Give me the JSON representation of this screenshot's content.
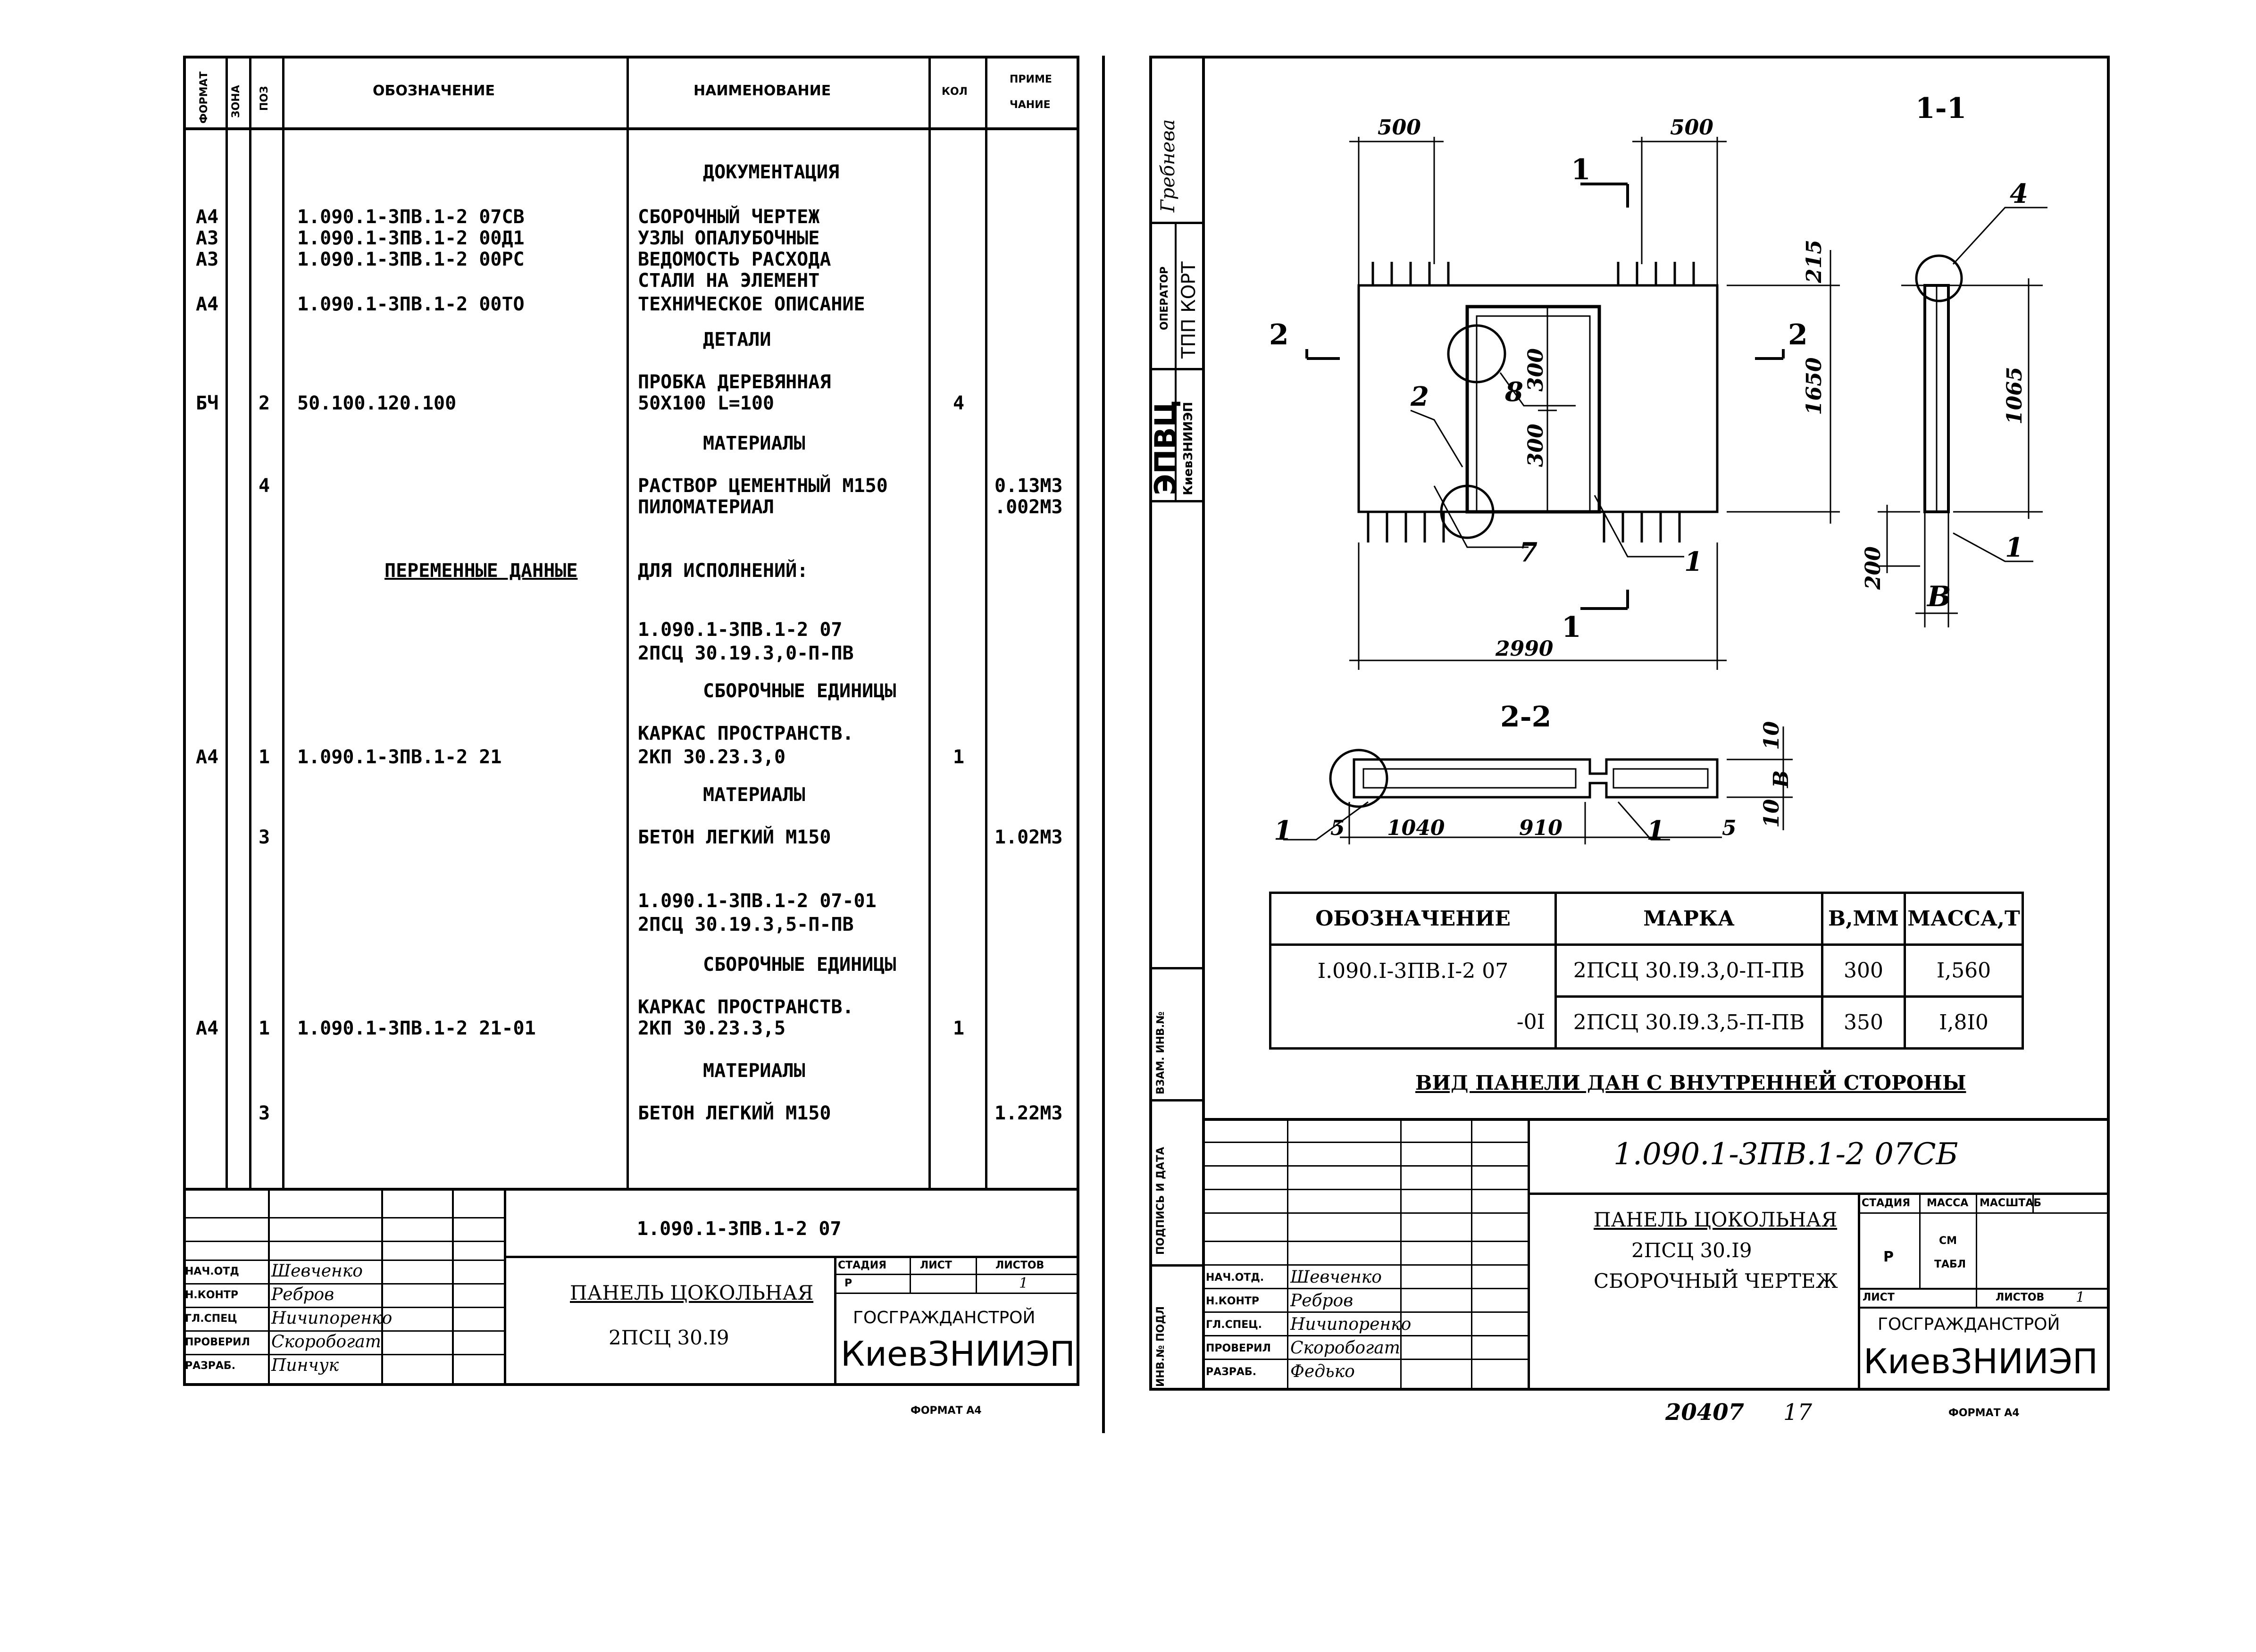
{
  "left_sheet": {
    "columns": {
      "format": "ФОРМАТ",
      "zone": "ЗОНА",
      "pos": "ПОЗ",
      "designation": "ОБОЗНАЧЕНИЕ",
      "name": "НАИМЕНОВАНИЕ",
      "qty": "КОЛ",
      "note_1": "ПРИМЕ",
      "note_2": "ЧАНИЕ"
    },
    "rows": [
      {
        "format": "",
        "pos": "",
        "designation": "",
        "name": "ДОКУМЕНТАЦИЯ",
        "qty": "",
        "note": "",
        "heading": true
      },
      {
        "format": "А4",
        "pos": "",
        "designation": "1.090.1-3ПВ.1-2 07СВ",
        "name": "СБОРОЧНЫЙ ЧЕРТЕЖ",
        "qty": "",
        "note": ""
      },
      {
        "format": "А3",
        "pos": "",
        "designation": "1.090.1-3ПВ.1-2 00Д1",
        "name": "УЗЛЫ ОПАЛУБОЧНЫЕ",
        "qty": "",
        "note": ""
      },
      {
        "format": "А3",
        "pos": "",
        "designation": "1.090.1-3ПВ.1-2 00РС",
        "name": "ВЕДОМОСТЬ РАСХОДА",
        "qty": "",
        "note": ""
      },
      {
        "format": "",
        "pos": "",
        "designation": "",
        "name": "СТАЛИ НА ЭЛЕМЕНТ",
        "qty": "",
        "note": ""
      },
      {
        "format": "А4",
        "pos": "",
        "designation": "1.090.1-3ПВ.1-2 00ТО",
        "name": "ТЕХНИЧЕСКОЕ ОПИСАНИЕ",
        "qty": "",
        "note": ""
      },
      {
        "format": "",
        "pos": "",
        "designation": "",
        "name": "ДЕТАЛИ",
        "qty": "",
        "note": "",
        "heading": true
      },
      {
        "format": "",
        "pos": "",
        "designation": "",
        "name": "ПРОБКА ДЕРЕВЯННАЯ",
        "qty": "",
        "note": ""
      },
      {
        "format": "БЧ",
        "pos": "2",
        "designation": "50.100.120.100",
        "name": "50Х100 L=100",
        "qty": "4",
        "note": ""
      },
      {
        "format": "",
        "pos": "",
        "designation": "",
        "name": "МАТЕРИАЛЫ",
        "qty": "",
        "note": "",
        "heading": true
      },
      {
        "format": "",
        "pos": "4",
        "designation": "",
        "name": "РАСТВОР ЦЕМЕНТНЫЙ М150",
        "qty": "",
        "note": "0.13М3"
      },
      {
        "format": "",
        "pos": "",
        "designation": "",
        "name": "ПИЛОМАТЕРИАЛ",
        "qty": "",
        "note": ".002М3"
      },
      {
        "format": "",
        "pos": "",
        "designation": "ПЕРЕМЕННЫЕ ДАННЫЕ",
        "name": "ДЛЯ ИСПОЛНЕНИЙ:",
        "qty": "",
        "note": ""
      },
      {
        "format": "",
        "pos": "",
        "designation": "",
        "name": "1.090.1-3ПВ.1-2 07",
        "qty": "",
        "note": ""
      },
      {
        "format": "",
        "pos": "",
        "designation": "",
        "name": "2ПСЦ 30.19.3,0-П-ПВ",
        "qty": "",
        "note": ""
      },
      {
        "format": "",
        "pos": "",
        "designation": "",
        "name": "СБОРОЧНЫЕ ЕДИНИЦЫ",
        "qty": "",
        "note": "",
        "heading": true
      },
      {
        "format": "",
        "pos": "",
        "designation": "",
        "name": "КАРКАС ПРОСТРАНСТВ.",
        "qty": "",
        "note": ""
      },
      {
        "format": "А4",
        "pos": "1",
        "designation": "1.090.1-3ПВ.1-2 21",
        "name": "2КП 30.23.3,0",
        "qty": "1",
        "note": ""
      },
      {
        "format": "",
        "pos": "",
        "designation": "",
        "name": "МАТЕРИАЛЫ",
        "qty": "",
        "note": "",
        "heading": true
      },
      {
        "format": "",
        "pos": "3",
        "designation": "",
        "name": "БЕТОН ЛЕГКИЙ М150",
        "qty": "",
        "note": "1.02М3"
      },
      {
        "format": "",
        "pos": "",
        "designation": "",
        "name": "1.090.1-3ПВ.1-2 07-01",
        "qty": "",
        "note": ""
      },
      {
        "format": "",
        "pos": "",
        "designation": "",
        "name": "2ПСЦ 30.19.3,5-П-ПВ",
        "qty": "",
        "note": ""
      },
      {
        "format": "",
        "pos": "",
        "designation": "",
        "name": "СБОРОЧНЫЕ ЕДИНИЦЫ",
        "qty": "",
        "note": "",
        "heading": true
      },
      {
        "format": "",
        "pos": "",
        "designation": "",
        "name": "КАРКАС ПРОСТРАНСТВ.",
        "qty": "",
        "note": ""
      },
      {
        "format": "А4",
        "pos": "1",
        "designation": "1.090.1-3ПВ.1-2 21-01",
        "name": "2КП 30.23.3,5",
        "qty": "1",
        "note": ""
      },
      {
        "format": "",
        "pos": "",
        "designation": "",
        "name": "МАТЕРИАЛЫ",
        "qty": "",
        "note": "",
        "heading": true
      },
      {
        "format": "",
        "pos": "3",
        "designation": "",
        "name": "БЕТОН ЛЕГКИЙ М150",
        "qty": "",
        "note": "1.22М3"
      }
    ],
    "title_block": {
      "code": "1.090.1-3ПВ.1-2 07",
      "title_1": "ПАНЕЛЬ ЦОКОЛЬНАЯ",
      "title_2": "2ПСЦ 30.I9",
      "stage_label": "СТАДИЯ",
      "sheet_label": "ЛИСТ",
      "sheets_label": "ЛИСТОВ",
      "stage": "Р",
      "sheets": "1",
      "org_1": "ГОСГРАЖДАНСТРОЙ",
      "org_2": "КиевЗНИИЭП",
      "roles": [
        {
          "role": "НАЧ.ОТД",
          "name": "Шевченко"
        },
        {
          "role": "Н.КОНТР",
          "name": "Ребров"
        },
        {
          "role": "ГЛ.СПЕЦ",
          "name": "Ничипоренко"
        },
        {
          "role": "ПРОВЕРИЛ",
          "name": "Скоробогат"
        },
        {
          "role": "РАЗРАБ.",
          "name": "Пинчук"
        }
      ]
    },
    "format_note": "ФОРМАТ А4"
  },
  "right_sheet": {
    "side_stamp": {
      "signer": "Гребнева",
      "operator_label": "ОПЕРАТОР",
      "operator": "ТПП КОРТ",
      "center": "ЭПВЦ",
      "center_org": "КиевЗНИИЭП"
    },
    "side_labels": {
      "inv_dup": "ВЗАМ. ИНВ.№",
      "sign_date": "ПОДПИСЬ И ДАТА",
      "inv_orig": "ИНВ.№ ПОДЛ"
    },
    "drawing": {
      "section_1_title": "1-1",
      "section_2_title": "2-2",
      "dims": {
        "top_left": "500",
        "top_right": "500",
        "inner_1": "300",
        "inner_2": "300",
        "height": "1650",
        "top_offset": "215",
        "total_width": "2990",
        "side_height": "1065",
        "bottom": "200",
        "thickness": "В",
        "s2_left": "5",
        "s2_a": "1040",
        "s2_b": "910",
        "s2_right": "5",
        "s2_top": "10",
        "s2_bottom": "10",
        "s2_thick": "В"
      },
      "cut_1": "1",
      "cut_2": "2",
      "callouts": {
        "c1": "1",
        "c2": "2",
        "c4": "4",
        "c7": "7",
        "c8": "8"
      }
    },
    "spec_table": {
      "headers": [
        "ОБОЗНАЧЕНИЕ",
        "МАРКА",
        "В,ММ",
        "МАССА,Т"
      ],
      "rows": [
        [
          "I.090.I-3ПВ.I-2 07",
          "2ПСЦ 30.I9.3,0-П-ПВ",
          "300",
          "I,560"
        ],
        [
          "-0I",
          "2ПСЦ 30.I9.3,5-П-ПВ",
          "350",
          "I,8I0"
        ]
      ]
    },
    "caption": "ВИД ПАНЕЛИ ДАН С ВНУТРЕННЕЙ СТОРОНЫ",
    "title_block": {
      "code": "1.090.1-3ПВ.1-2 07СБ",
      "title_1": "ПАНЕЛЬ ЦОКОЛЬНАЯ",
      "title_2": "2ПСЦ 30.I9",
      "title_3": "СБОРОЧНЫЙ ЧЕРТЕЖ",
      "stage_label": "СТАДИЯ",
      "mass_label": "МАССА",
      "scale_label": "МАСШТАБ",
      "stage": "Р",
      "mass_1": "СМ",
      "mass_2": "ТАБЛ",
      "sheet_label": "ЛИСТ",
      "sheets_label": "ЛИСТОВ",
      "sheets": "1",
      "org_1": "ГОСГРАЖДАНСТРОЙ",
      "org_2": "КиевЗНИИЭП",
      "roles": [
        {
          "role": "НАЧ.ОТД.",
          "name": "Шевченко"
        },
        {
          "role": "Н.КОНТР",
          "name": "Ребров"
        },
        {
          "role": "ГЛ.СПЕЦ.",
          "name": "Ничипоренко"
        },
        {
          "role": "ПРОВЕРИЛ",
          "name": "Скоробогат"
        },
        {
          "role": "РАЗРАБ.",
          "name": "Федько"
        }
      ]
    },
    "footer_num": "20407",
    "footer_sheet": "17",
    "format_note": "ФОРМАТ А4"
  }
}
